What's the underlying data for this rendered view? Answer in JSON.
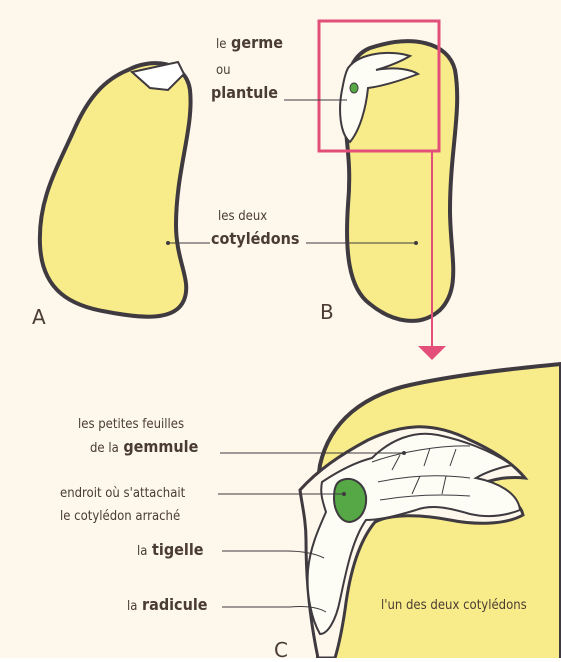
{
  "panels": {
    "a": "A",
    "b": "B",
    "c": "C"
  },
  "labels": {
    "germe_line1_small": "le",
    "germe_line1_big": "germe",
    "germe_line2": "ou",
    "germe_line3": "plantule",
    "cotyledons_line1": "les deux",
    "cotyledons_line2": "cotylédons",
    "gemmule_line1": "les petites feuilles",
    "gemmule_line2_small": "de la",
    "gemmule_line2_big": "gemmule",
    "attach_line1": "endroit où s'attachait",
    "attach_line2": "le cotylédon arraché",
    "tigelle_small": "la",
    "tigelle_big": "tigelle",
    "radicule_small": "la",
    "radicule_big": "radicule",
    "un_cotyledon": "l'un des deux cotylédons"
  },
  "colors": {
    "background": "#fdf7ec",
    "seed_fill": "#f8ec8a",
    "outline": "#3f3a3f",
    "zoom_box": "#e2507a",
    "germ_fill": "#fdfdf6",
    "attach_spot": "#55a845"
  }
}
